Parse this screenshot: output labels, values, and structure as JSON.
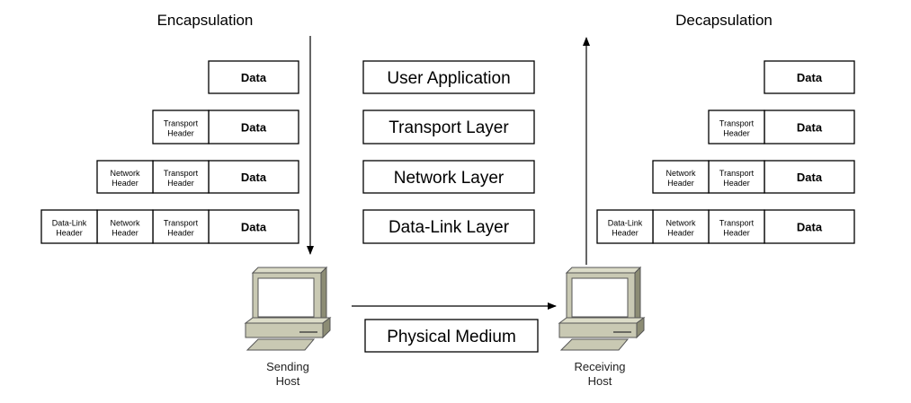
{
  "titles": {
    "encapsulation": "Encapsulation",
    "decapsulation": "Decapsulation"
  },
  "layers": [
    "User Application",
    "Transport Layer",
    "Network Layer",
    "Data-Link Layer"
  ],
  "physical_medium": "Physical Medium",
  "headers": {
    "data": "Data",
    "transport": [
      "Transport",
      "Header"
    ],
    "network": [
      "Network",
      "Header"
    ],
    "datalink": [
      "Data-Link",
      "Header"
    ]
  },
  "hosts": {
    "sending": [
      "Sending",
      "Host"
    ],
    "receiving": [
      "Receiving",
      "Host"
    ]
  },
  "colors": {
    "computer_body": "#c9c9b3",
    "computer_shadow": "#8c8c74"
  }
}
